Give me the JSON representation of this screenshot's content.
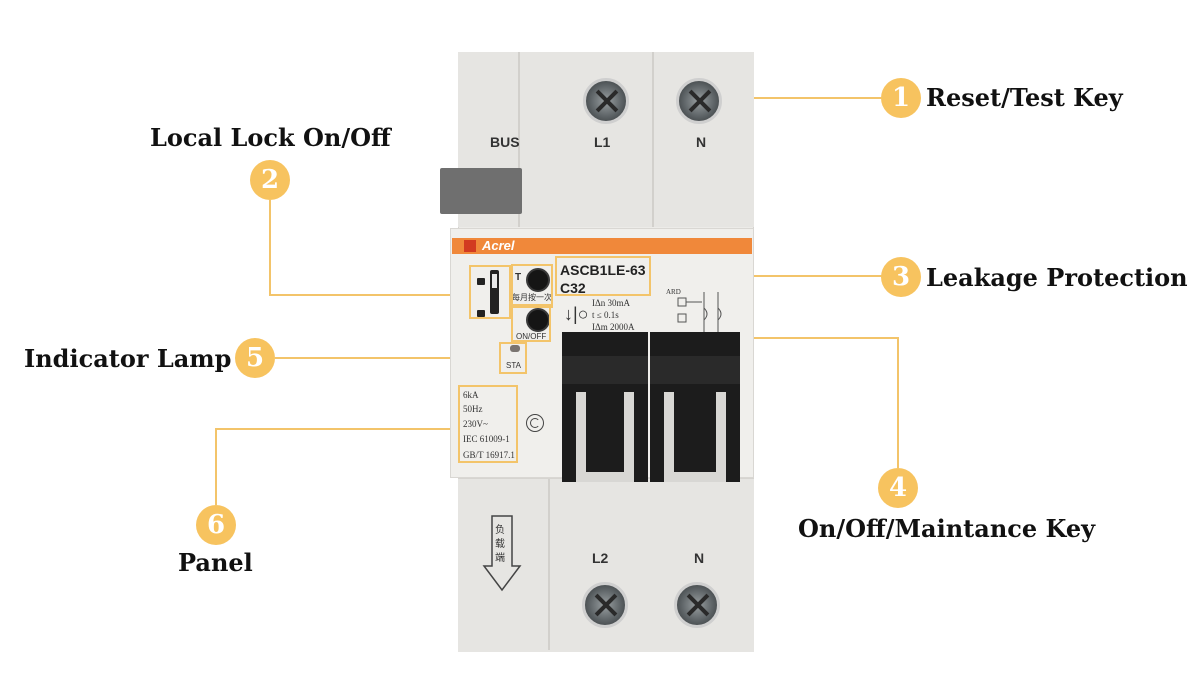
{
  "callouts": [
    {
      "number": "1",
      "label": "Reset/Test Key"
    },
    {
      "number": "2",
      "label": "Local Lock On/Off"
    },
    {
      "number": "3",
      "label": "Leakage Protection"
    },
    {
      "number": "4",
      "label": "On/Off/Maintance Key"
    },
    {
      "number": "5",
      "label": "Indicator Lamp"
    },
    {
      "number": "6",
      "label": "Panel"
    }
  ],
  "device": {
    "brand": "Acrel",
    "model_line1": "ASCB1LE-63",
    "model_line2": "C32",
    "top_terminals": [
      "BUS",
      "L1",
      "N"
    ],
    "bottom_terminals": [
      "L2",
      "N"
    ],
    "test_key_letter": "T",
    "test_key_note": "每月按一次",
    "onoff_label": "ON/OFF",
    "status_label": "STA",
    "spec_sensitivity": "IΔn 30mA",
    "spec_time": "t ≤ 0.1s",
    "spec_rated": "IΔm 2000A",
    "panel_specs": [
      "6kA",
      "50Hz",
      "230V~",
      "IEC 61009-1",
      "GB/T 16917.1"
    ],
    "load_side_text": "负载端",
    "schematic_label": "ARD"
  },
  "colors": {
    "accent": "#f7c35f",
    "line": "#f3c46a",
    "device_body": "#ecebe8",
    "orange_band": "#f0883a",
    "handle": "#1c1c1c"
  }
}
